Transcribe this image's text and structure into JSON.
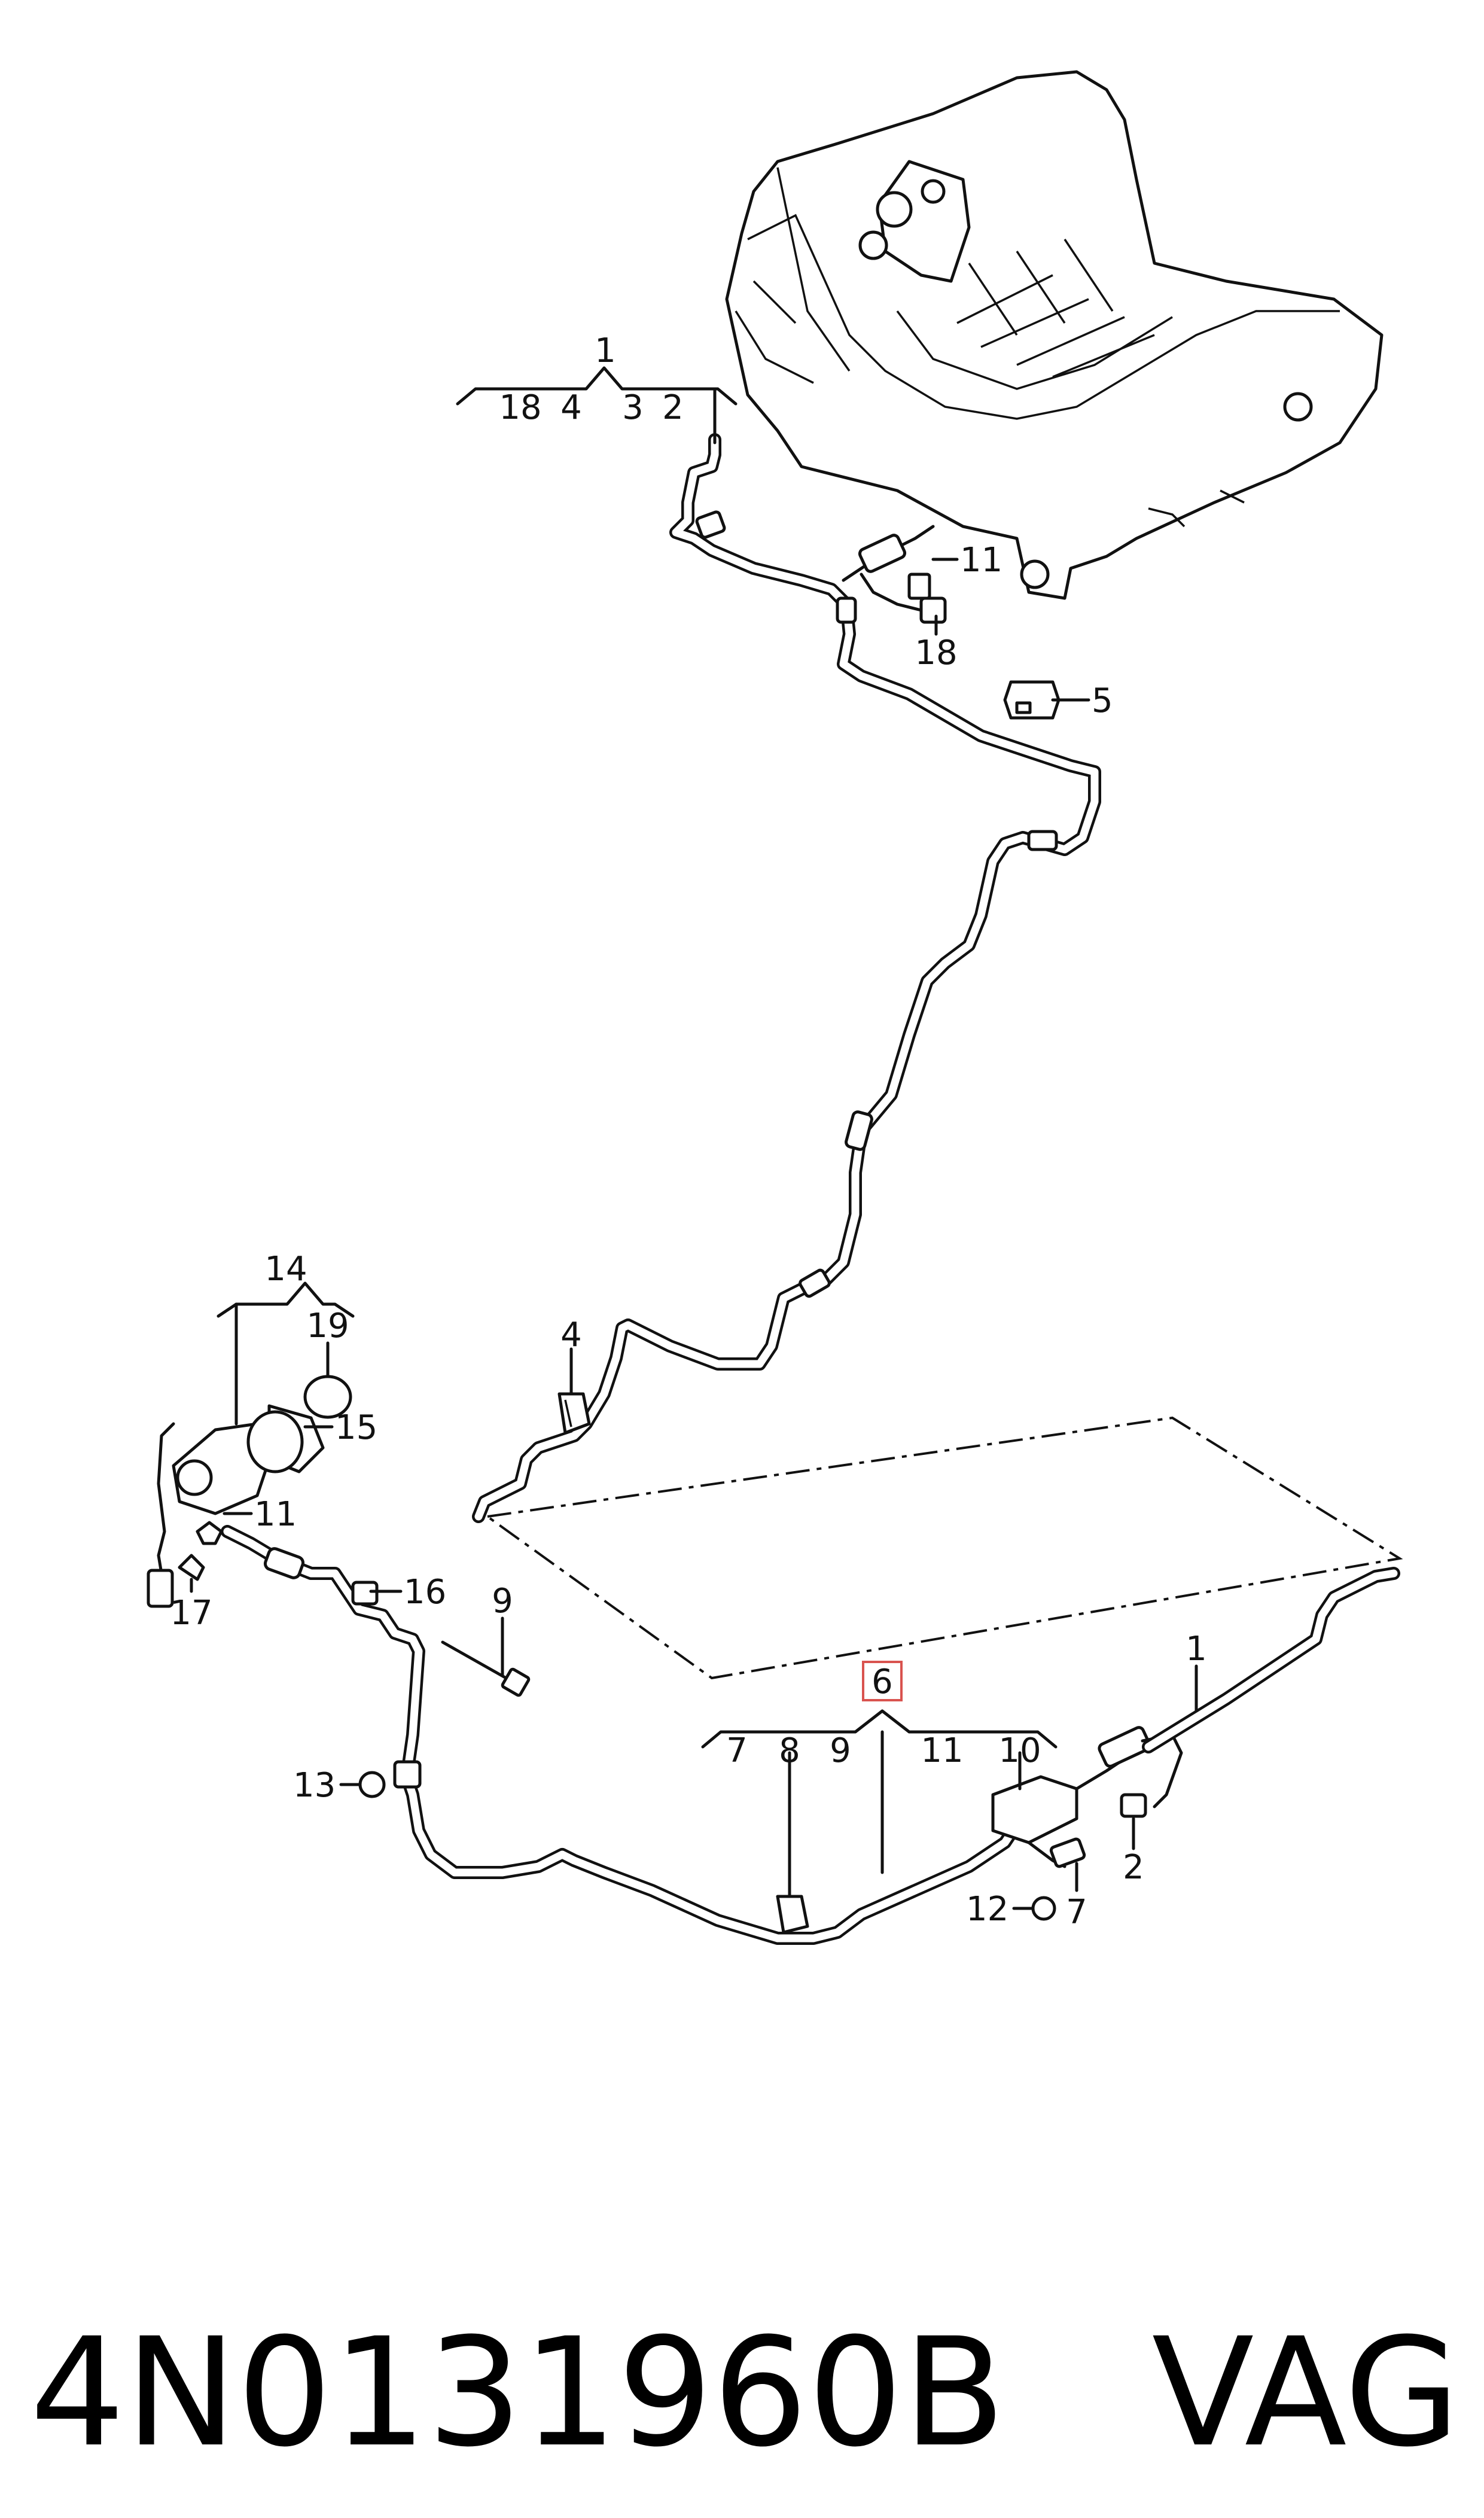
{
  "diagram": {
    "callouts": {
      "group_top_number": "1",
      "group_top_items": [
        "18",
        "4",
        "3",
        "2"
      ],
      "clip_top": "11",
      "sensor_top": "18",
      "bracket_right": "5",
      "clip_mid": "4",
      "group_pump_number": "14",
      "group_pump_item": "19",
      "clamp": "15",
      "clip_pump": "11",
      "connector_pump": "17",
      "clip_16": "16",
      "bolt": "9",
      "nut_13": "13",
      "group_bottom_number": "6",
      "group_bottom_items": [
        "7",
        "8",
        "9",
        "11",
        "10"
      ],
      "line_1": "1",
      "connector_2": "2",
      "nut_12": "12",
      "connector_7": "7"
    },
    "highlight_color": "#d9534f"
  },
  "footer": {
    "part_number": "4N0131960B",
    "brand": "VAG"
  }
}
